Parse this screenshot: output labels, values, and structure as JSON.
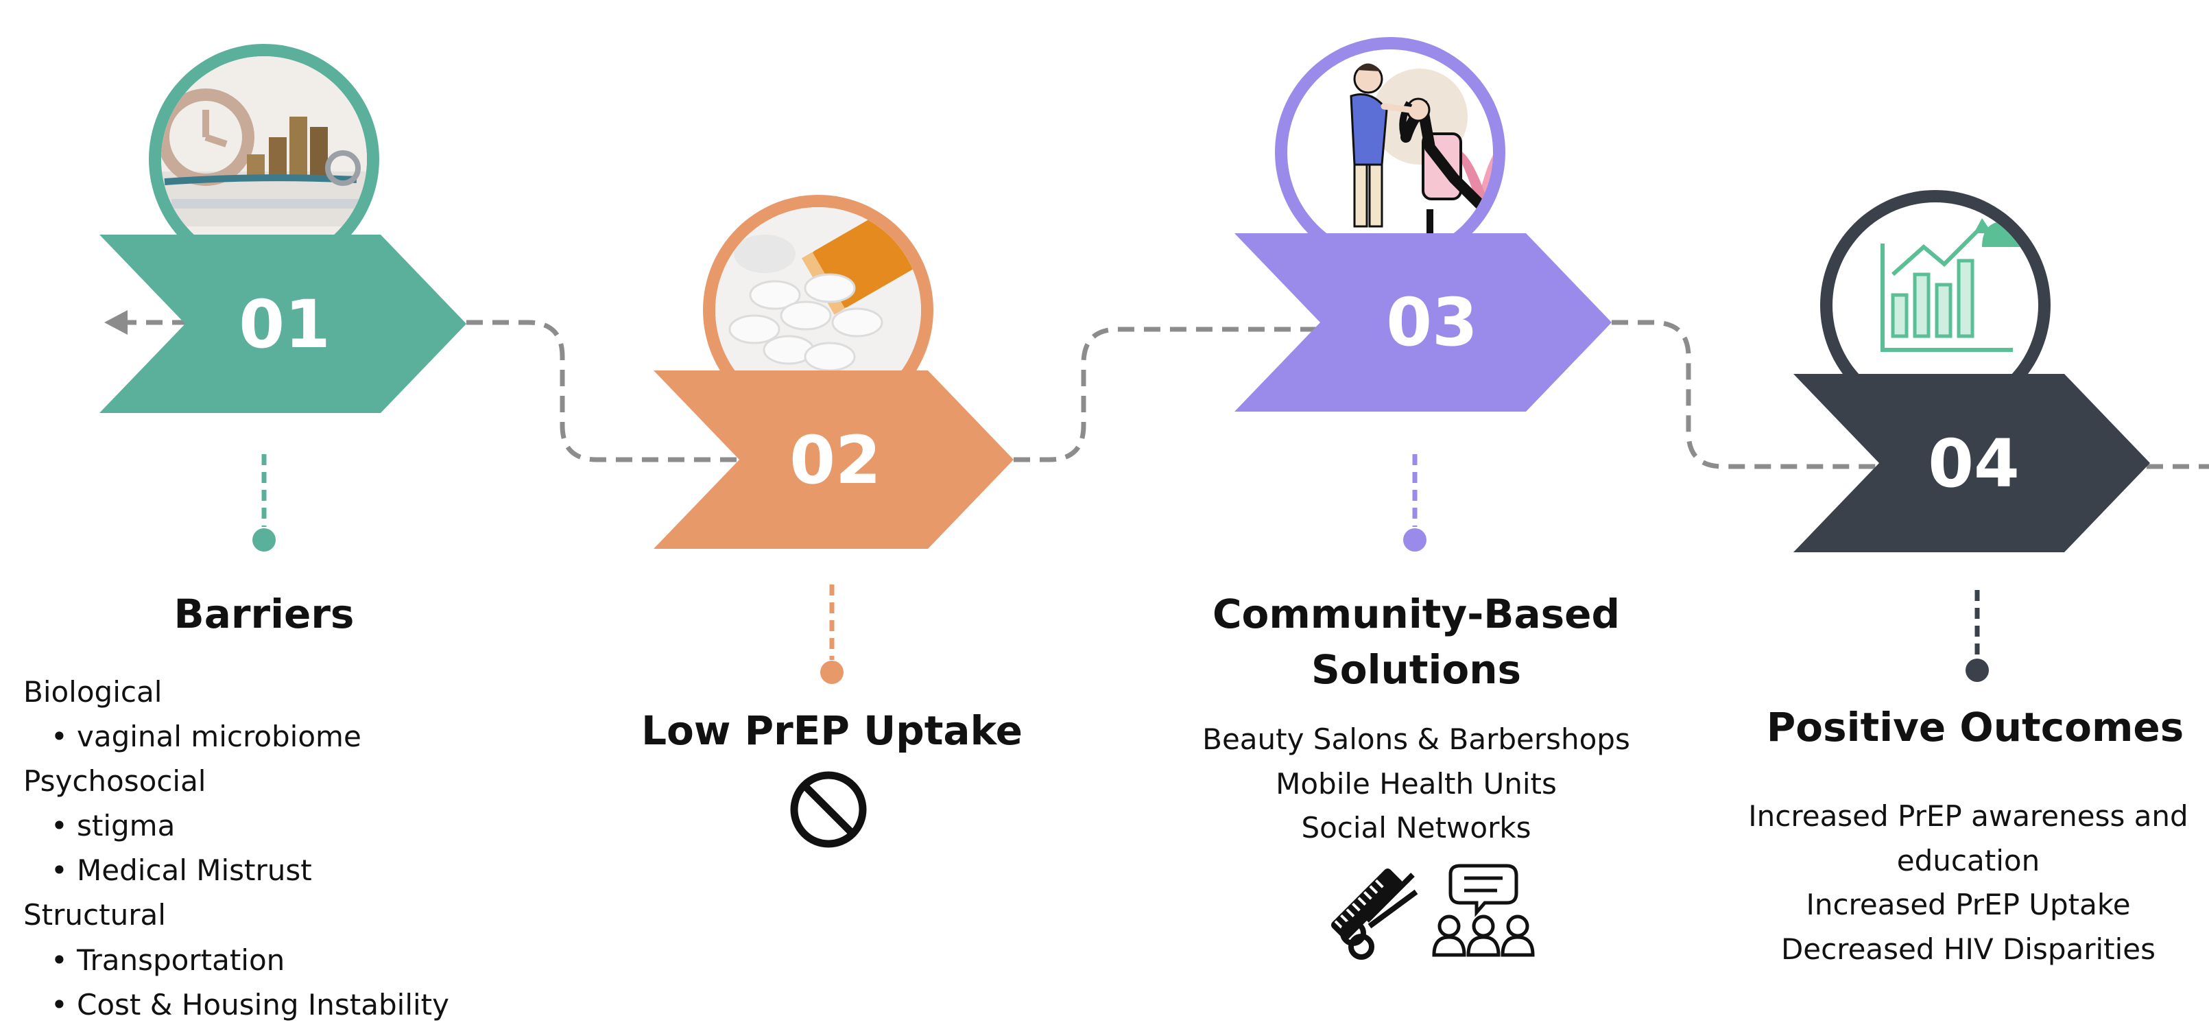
{
  "steps": [
    {
      "number": "01",
      "title": "Barriers",
      "color": "#5bb09c",
      "image": "clock-and-coins-photo"
    },
    {
      "number": "02",
      "title": "Low PrEP Uptake",
      "color": "#e8996a",
      "image": "pill-bottle-photo"
    },
    {
      "number": "03",
      "title": "Community-Based\nSolutions",
      "color": "#9a8bea",
      "image": "barber-illustration"
    },
    {
      "number": "04",
      "title": "Positive Outcomes",
      "color": "#3a414b",
      "image": "growth-chart-icon"
    }
  ],
  "barriers": {
    "groups": [
      {
        "category": "Biological",
        "items": [
          "vaginal microbiome"
        ]
      },
      {
        "category": "Psychosocial",
        "items": [
          "stigma",
          "Medical Mistrust"
        ]
      },
      {
        "category": "Structural",
        "items": [
          "Transportation",
          "Cost & Housing Instability"
        ]
      }
    ]
  },
  "low_prep": {
    "icon": "prohibited-icon"
  },
  "solutions": {
    "lines": [
      "Beauty Salons & Barbershops",
      "Mobile Health Units",
      "Social Networks"
    ],
    "icons": [
      "scissors-comb-icon",
      "group-discussion-icon"
    ]
  },
  "outcomes": {
    "lines": [
      "Increased PrEP awareness and",
      "education",
      "Increased PrEP Uptake",
      "Decreased HIV Disparities"
    ]
  },
  "colors": {
    "connector": "#8c8c8c",
    "arrow_teal": "#5bb09c",
    "arrow_orange": "#e8996a",
    "arrow_purple": "#9a8bea",
    "arrow_dark": "#3a414b"
  }
}
